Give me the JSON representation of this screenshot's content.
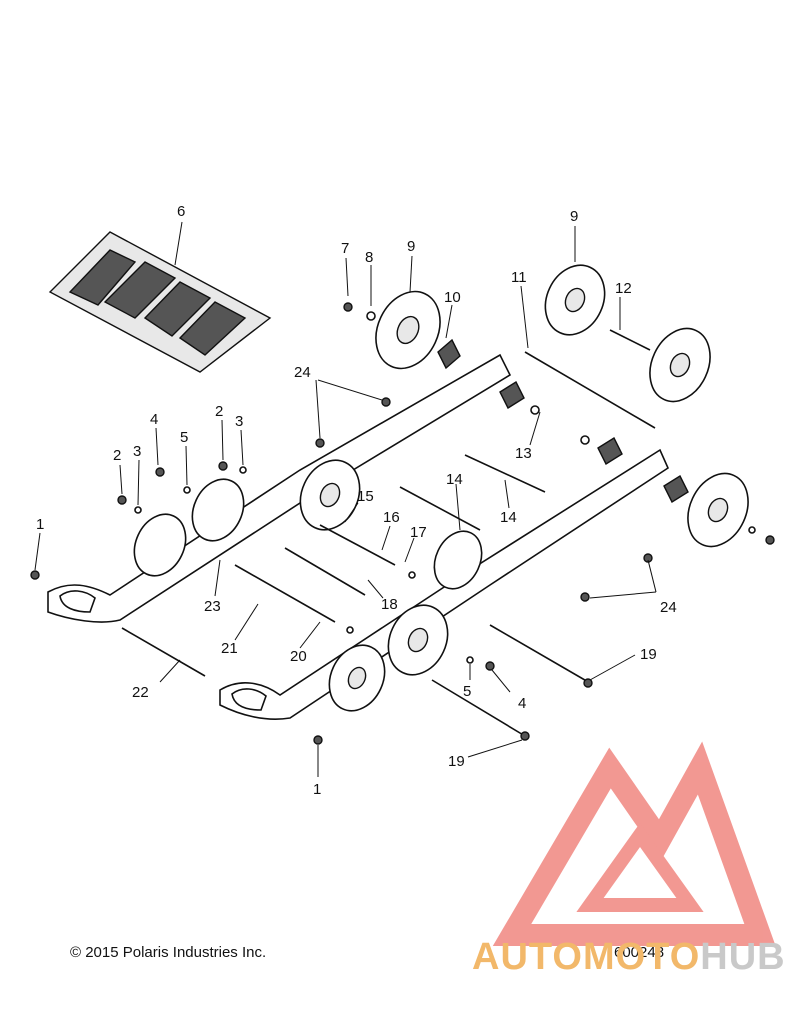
{
  "diagram": {
    "callouts": [
      "6",
      "7",
      "8",
      "9",
      "9",
      "10",
      "11",
      "12",
      "24",
      "4",
      "2",
      "3",
      "2",
      "3",
      "5",
      "13",
      "14",
      "14",
      "15",
      "16",
      "17",
      "1",
      "23",
      "21",
      "18",
      "20",
      "19",
      "22",
      "5",
      "4",
      "19",
      "1",
      "24"
    ]
  },
  "footer": {
    "copyright": "© 2015 Polaris Industries Inc.",
    "drawing_number": "600248"
  },
  "watermark": {
    "brand_part1": "AUTOMOTO",
    "brand_part2": "HUB",
    "accent_color": "#e8443a",
    "text_color_1": "#f2b86a",
    "text_color_2": "#c9c9c9"
  }
}
